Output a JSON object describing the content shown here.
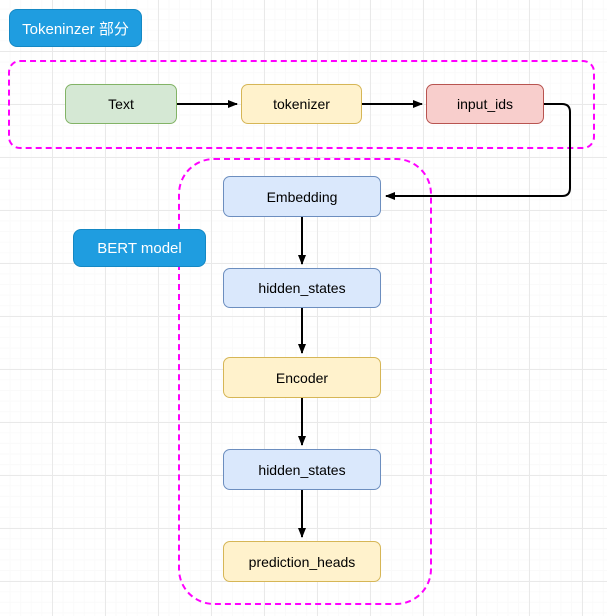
{
  "diagram": {
    "title_badges": [
      {
        "name": "tokenizer-section",
        "label": "Tokeninzer 部分",
        "color": "#1f9de0"
      },
      {
        "name": "bert-section",
        "label": "BERT model",
        "color": "#1f9de0"
      }
    ],
    "groups": [
      {
        "name": "tokenizer-group",
        "border_color": "#ff00ff",
        "style": "dashed"
      },
      {
        "name": "bert-group",
        "border_color": "#ff00ff",
        "style": "dashed"
      }
    ],
    "nodes": [
      {
        "id": "text",
        "label": "Text",
        "fill": "#d5e8d4",
        "stroke": "#82b366"
      },
      {
        "id": "tokenizer",
        "label": "tokenizer",
        "fill": "#fff2cc",
        "stroke": "#d6b656"
      },
      {
        "id": "input_ids",
        "label": "input_ids",
        "fill": "#f8cecc",
        "stroke": "#b85450"
      },
      {
        "id": "embedding",
        "label": "Embedding",
        "fill": "#dae8fc",
        "stroke": "#6c8ebf"
      },
      {
        "id": "hidden_states_1",
        "label": "hidden_states",
        "fill": "#dae8fc",
        "stroke": "#6c8ebf"
      },
      {
        "id": "encoder",
        "label": "Encoder",
        "fill": "#fff2cc",
        "stroke": "#d6b656"
      },
      {
        "id": "hidden_states_2",
        "label": "hidden_states",
        "fill": "#dae8fc",
        "stroke": "#6c8ebf"
      },
      {
        "id": "prediction_heads",
        "label": "prediction_heads",
        "fill": "#fff2cc",
        "stroke": "#d6b656"
      }
    ],
    "edges": [
      {
        "from": "text",
        "to": "tokenizer",
        "style": "arrow"
      },
      {
        "from": "tokenizer",
        "to": "input_ids",
        "style": "arrow"
      },
      {
        "from": "input_ids",
        "to": "embedding",
        "style": "arrow-elbow"
      },
      {
        "from": "embedding",
        "to": "hidden_states_1",
        "style": "arrow"
      },
      {
        "from": "hidden_states_1",
        "to": "encoder",
        "style": "arrow"
      },
      {
        "from": "encoder",
        "to": "hidden_states_2",
        "style": "arrow"
      },
      {
        "from": "hidden_states_2",
        "to": "prediction_heads",
        "style": "arrow"
      }
    ],
    "canvas": {
      "background": "#ffffff",
      "grid_minor_color": "#fafafa",
      "grid_major_color": "#e9e9e9"
    }
  }
}
